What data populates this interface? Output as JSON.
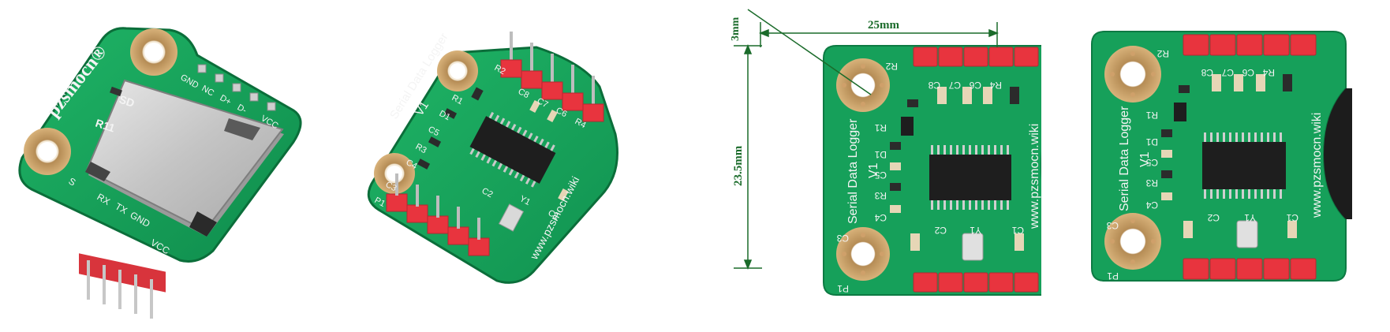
{
  "photos": [
    {
      "brand": "pzsmocn®",
      "silkscreen": [
        "R11",
        "SD",
        "GND",
        "NC",
        "D+",
        "D-",
        "VCC",
        "S",
        "RX",
        "TX",
        "GND",
        "VCC"
      ]
    },
    {
      "title": "Serial Data Logger",
      "version": "V1",
      "url": "www.pzsmocn.wiki",
      "silkscreen": [
        "R2",
        "R1",
        "D1",
        "C5",
        "R3",
        "C4",
        "C3",
        "P1",
        "C2",
        "Y1",
        "C1",
        "C8",
        "C7",
        "C6",
        "R4"
      ]
    },
    {
      "title": "Serial Data Logger",
      "version": "V1",
      "url": "www.pzsmocn.wiki",
      "dimensions": {
        "hole": "3mm",
        "width": "25mm",
        "height": "23.5mm"
      },
      "silkscreen": [
        "R2",
        "C8",
        "C7",
        "C6",
        "R4",
        "R1",
        "D1",
        "C5",
        "R3",
        "C4",
        "C3",
        "P1",
        "C2",
        "Y1",
        "C1"
      ]
    },
    {
      "title": "Serial Data Logger",
      "version": "V1",
      "url": "www.pzsmocn.wiki",
      "silkscreen": [
        "R2",
        "C8",
        "C7",
        "C6",
        "R4",
        "R1",
        "D1",
        "C5",
        "R3",
        "C4",
        "C3",
        "P1",
        "C2",
        "Y1",
        "C1"
      ]
    }
  ],
  "colors": {
    "pcb": "#16a05a",
    "pcb_edge": "#0d7a43",
    "silk": "#f4f4f4",
    "header": "#e8343e",
    "pad": "#c9a36a",
    "chip": "#1e1e1e",
    "dim": "#1a6b2a"
  }
}
